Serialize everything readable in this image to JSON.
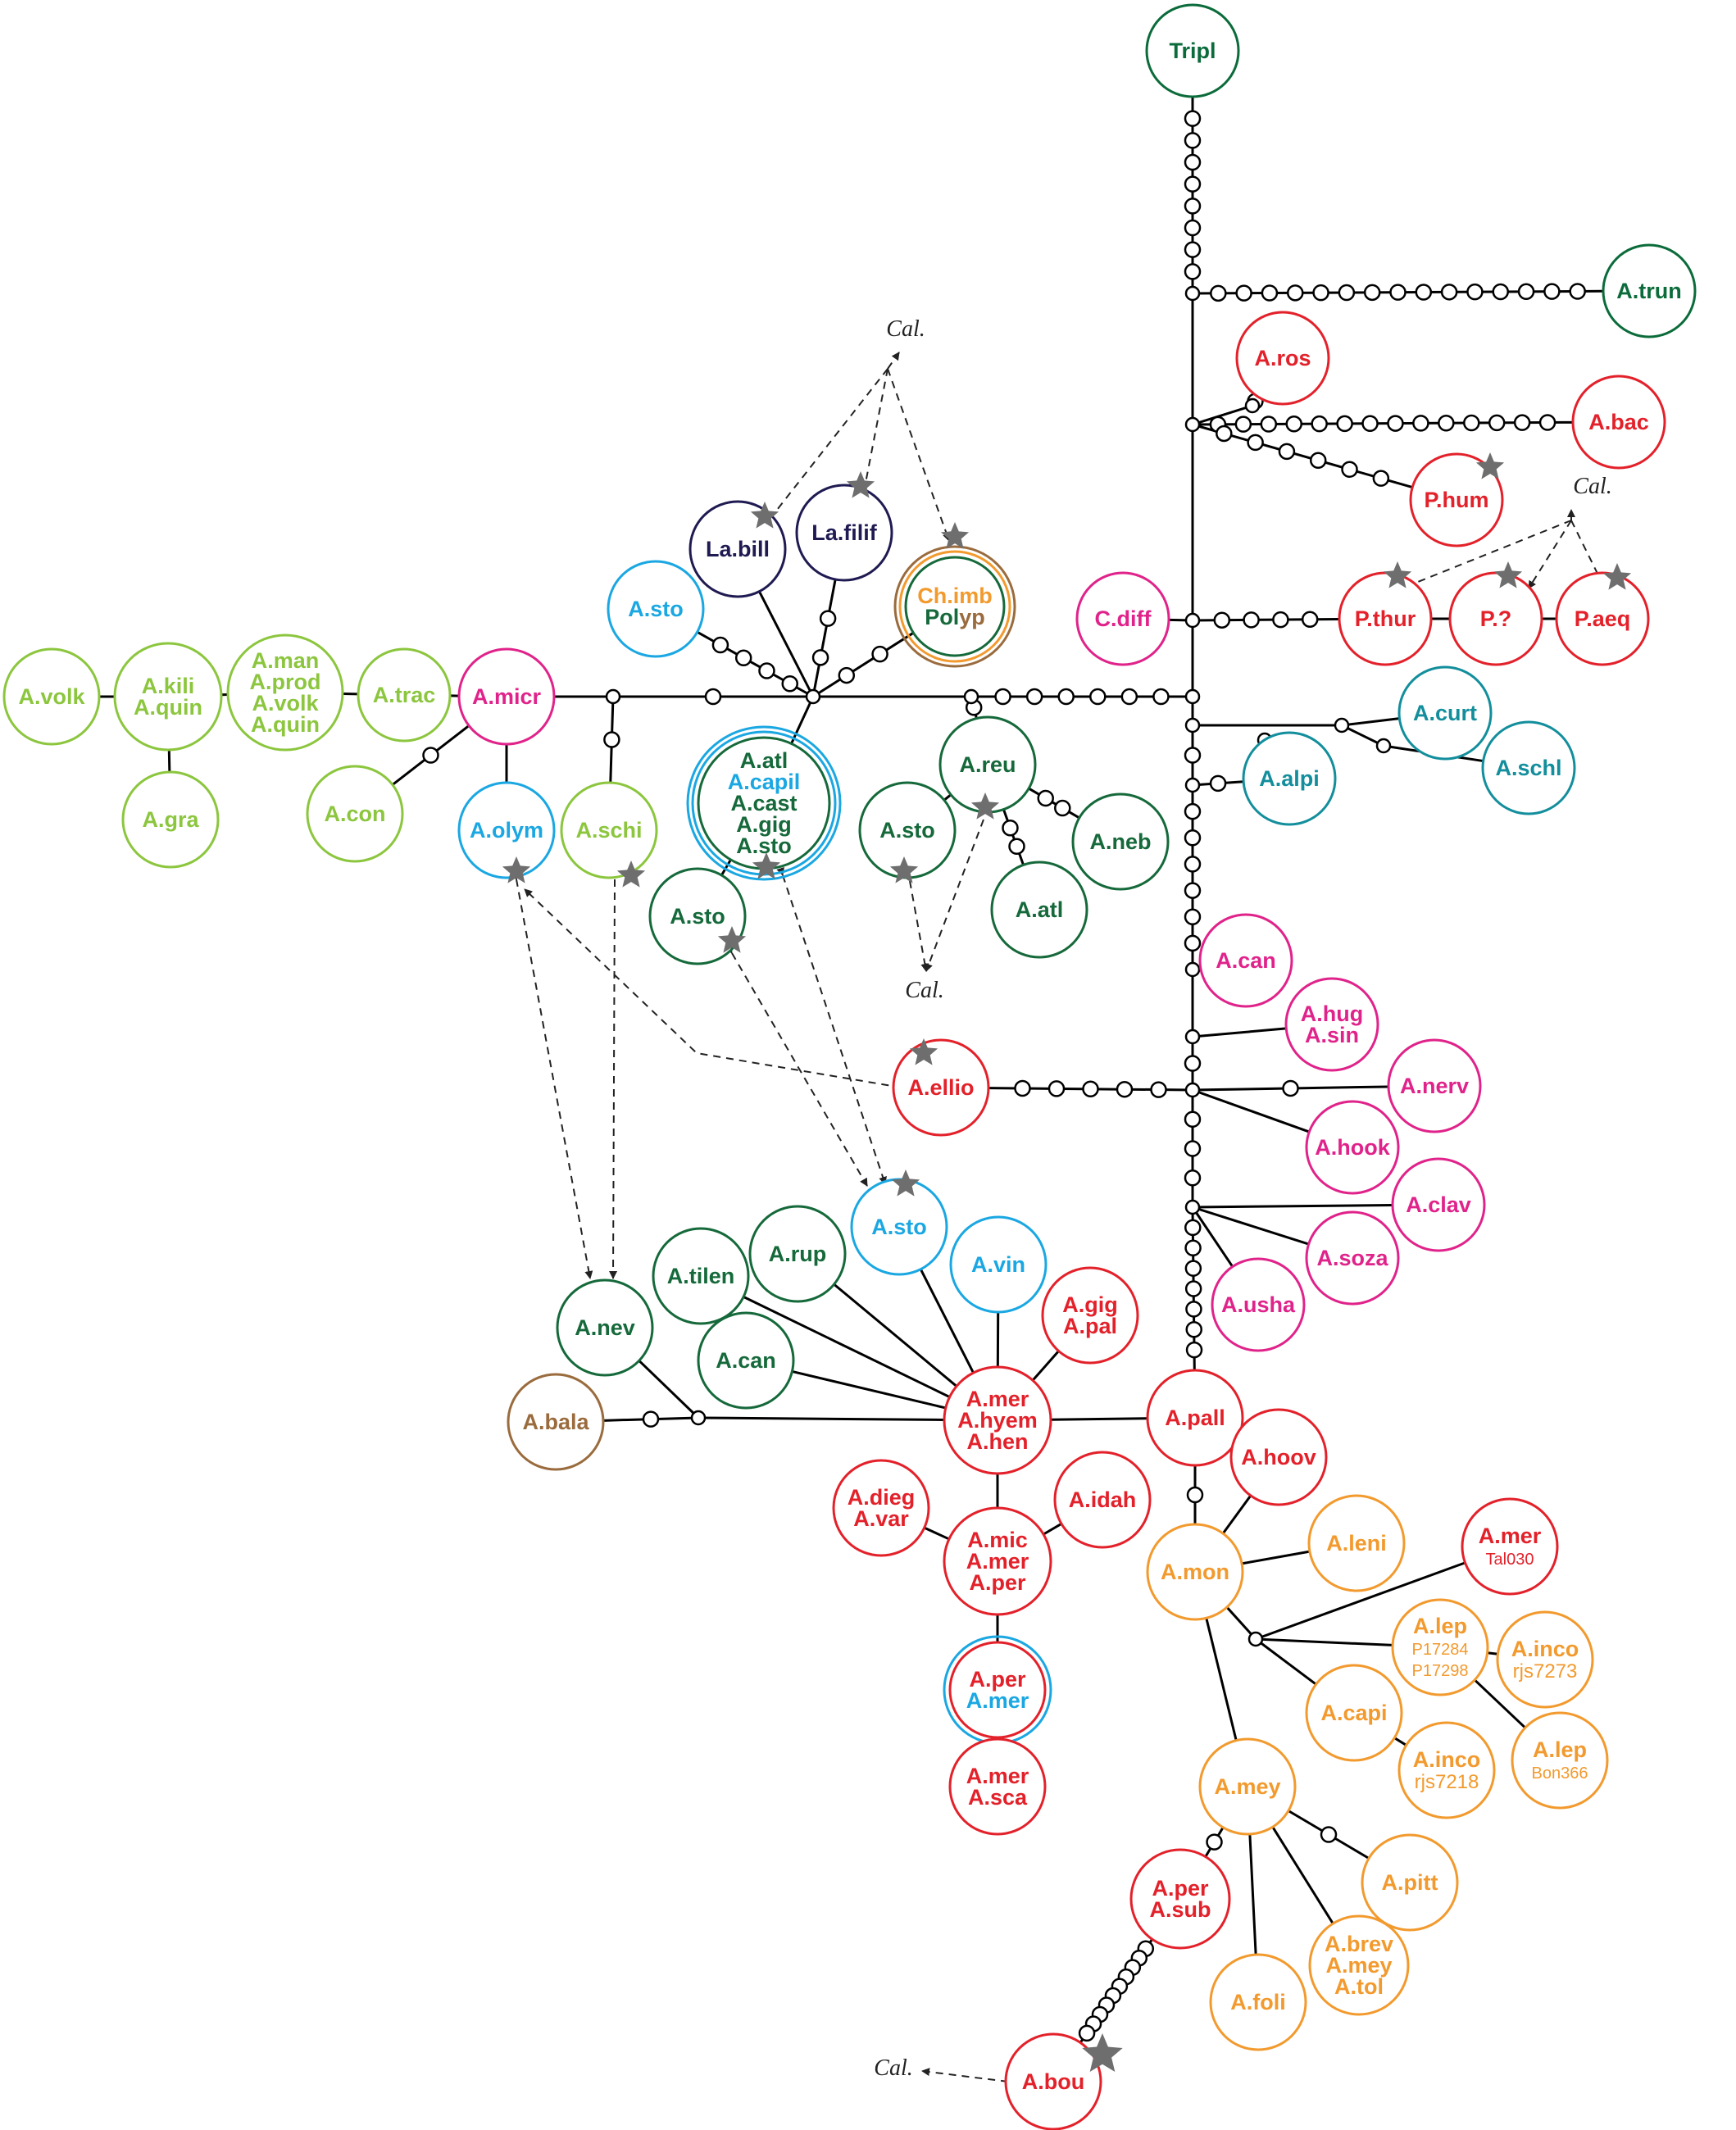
{
  "colors": {
    "outgroup": "#0b6b3a",
    "red": "#e3212a",
    "pink": "#e0238a",
    "cyan": "#1aa7e2",
    "teal": "#138e9c",
    "lightgreen": "#8cc63e",
    "darkgreen": "#15693a",
    "navy": "#1f1b52",
    "orange": "#f29a2e",
    "brown": "#9a6b3d",
    "star": "#6e6e6e",
    "edge": "#000000"
  },
  "calibration_label": "Cal.",
  "nodes": [
    {
      "id": "tripl",
      "lines": [
        {
          "t": "Tripl",
          "c": "outgroup"
        }
      ],
      "border": "outgroup"
    },
    {
      "id": "trun",
      "lines": [
        {
          "t": "A.trun",
          "c": "outgroup"
        }
      ],
      "border": "outgroup"
    },
    {
      "id": "ros",
      "lines": [
        {
          "t": "A.ros",
          "c": "red"
        }
      ],
      "border": "red"
    },
    {
      "id": "bac",
      "lines": [
        {
          "t": "A.bac",
          "c": "red"
        }
      ],
      "border": "red"
    },
    {
      "id": "phum",
      "lines": [
        {
          "t": "P.hum",
          "c": "red"
        }
      ],
      "border": "red"
    },
    {
      "id": "pthur",
      "lines": [
        {
          "t": "P.thur",
          "c": "red"
        }
      ],
      "border": "red"
    },
    {
      "id": "pq",
      "lines": [
        {
          "t": "P.?",
          "c": "red"
        }
      ],
      "border": "red"
    },
    {
      "id": "paeq",
      "lines": [
        {
          "t": "P.aeq",
          "c": "red"
        }
      ],
      "border": "red"
    },
    {
      "id": "cdiff",
      "lines": [
        {
          "t": "C.diff",
          "c": "pink"
        }
      ],
      "border": "pink"
    },
    {
      "id": "curt",
      "lines": [
        {
          "t": "A.curt",
          "c": "teal"
        }
      ],
      "border": "teal"
    },
    {
      "id": "schl",
      "lines": [
        {
          "t": "A.schl",
          "c": "teal"
        }
      ],
      "border": "teal"
    },
    {
      "id": "alpi",
      "lines": [
        {
          "t": "A.alpi",
          "c": "teal"
        }
      ],
      "border": "teal"
    },
    {
      "id": "can1",
      "lines": [
        {
          "t": "A.can",
          "c": "pink"
        }
      ],
      "border": "pink"
    },
    {
      "id": "hug",
      "lines": [
        {
          "t": "A.hug",
          "c": "pink"
        },
        {
          "t": "A.sin",
          "c": "pink"
        }
      ],
      "border": "pink"
    },
    {
      "id": "nerv",
      "lines": [
        {
          "t": "A.nerv",
          "c": "pink"
        }
      ],
      "border": "pink"
    },
    {
      "id": "hook",
      "lines": [
        {
          "t": "A.hook",
          "c": "pink"
        }
      ],
      "border": "pink"
    },
    {
      "id": "clav",
      "lines": [
        {
          "t": "A.clav",
          "c": "pink"
        }
      ],
      "border": "pink"
    },
    {
      "id": "soza",
      "lines": [
        {
          "t": "A.soza",
          "c": "pink"
        }
      ],
      "border": "pink"
    },
    {
      "id": "usha",
      "lines": [
        {
          "t": "A.usha",
          "c": "pink"
        }
      ],
      "border": "pink"
    },
    {
      "id": "volk",
      "lines": [
        {
          "t": "A.volk",
          "c": "lightgreen"
        }
      ],
      "border": "lightgreen"
    },
    {
      "id": "kili",
      "lines": [
        {
          "t": "A.kili",
          "c": "lightgreen"
        },
        {
          "t": "A.quin",
          "c": "lightgreen"
        }
      ],
      "border": "lightgreen"
    },
    {
      "id": "man",
      "lines": [
        {
          "t": "A.man",
          "c": "lightgreen"
        },
        {
          "t": "A.prod",
          "c": "lightgreen"
        },
        {
          "t": "A.volk",
          "c": "lightgreen"
        },
        {
          "t": "A.quin",
          "c": "lightgreen"
        }
      ],
      "border": "lightgreen"
    },
    {
      "id": "trac",
      "lines": [
        {
          "t": "A.trac",
          "c": "lightgreen"
        }
      ],
      "border": "lightgreen"
    },
    {
      "id": "gra",
      "lines": [
        {
          "t": "A.gra",
          "c": "lightgreen"
        }
      ],
      "border": "lightgreen"
    },
    {
      "id": "con",
      "lines": [
        {
          "t": "A.con",
          "c": "lightgreen"
        }
      ],
      "border": "lightgreen"
    },
    {
      "id": "micr",
      "lines": [
        {
          "t": "A.micr",
          "c": "pink"
        }
      ],
      "border": "pink"
    },
    {
      "id": "olym",
      "lines": [
        {
          "t": "A.olym",
          "c": "cyan"
        }
      ],
      "border": "cyan"
    },
    {
      "id": "schi",
      "lines": [
        {
          "t": "A.schi",
          "c": "lightgreen"
        }
      ],
      "border": "lightgreen"
    },
    {
      "id": "sto1",
      "lines": [
        {
          "t": "A.sto",
          "c": "cyan"
        }
      ],
      "border": "cyan"
    },
    {
      "id": "labill",
      "lines": [
        {
          "t": "La.bill",
          "c": "navy"
        }
      ],
      "border": "navy"
    },
    {
      "id": "lafilif",
      "lines": [
        {
          "t": "La.filif",
          "c": "navy"
        }
      ],
      "border": "navy"
    },
    {
      "id": "chimb",
      "lines": [
        {
          "t": "Ch.imb",
          "c": "orange"
        },
        {
          "t": "Pol",
          "c": "darkgreen",
          "t2": "yp",
          "c2": "brown"
        }
      ],
      "border": "darkgreen",
      "rings": [
        "orange",
        "brown"
      ]
    },
    {
      "id": "atlbig",
      "lines": [
        {
          "t": "A.atl",
          "c": "darkgreen"
        },
        {
          "t": "A.capil",
          "c": "cyan"
        },
        {
          "t": "A.cast",
          "c": "darkgreen"
        },
        {
          "t": "A.gig",
          "c": "darkgreen"
        },
        {
          "t": "A.sto",
          "c": "darkgreen"
        }
      ],
      "border": "darkgreen",
      "rings": [
        "cyan",
        "cyan"
      ]
    },
    {
      "id": "sto2",
      "lines": [
        {
          "t": "A.sto",
          "c": "darkgreen"
        }
      ],
      "border": "darkgreen"
    },
    {
      "id": "reu",
      "lines": [
        {
          "t": "A.reu",
          "c": "darkgreen"
        }
      ],
      "border": "darkgreen"
    },
    {
      "id": "sto3",
      "lines": [
        {
          "t": "A.sto",
          "c": "darkgreen"
        }
      ],
      "border": "darkgreen"
    },
    {
      "id": "neb",
      "lines": [
        {
          "t": "A.neb",
          "c": "darkgreen"
        }
      ],
      "border": "darkgreen"
    },
    {
      "id": "atl2",
      "lines": [
        {
          "t": "A.atl",
          "c": "darkgreen"
        }
      ],
      "border": "darkgreen"
    },
    {
      "id": "ellio",
      "lines": [
        {
          "t": "A.ellio",
          "c": "red"
        }
      ],
      "border": "red"
    },
    {
      "id": "sto4",
      "lines": [
        {
          "t": "A.sto",
          "c": "cyan"
        }
      ],
      "border": "cyan"
    },
    {
      "id": "vin",
      "lines": [
        {
          "t": "A.vin",
          "c": "cyan"
        }
      ],
      "border": "cyan"
    },
    {
      "id": "rup",
      "lines": [
        {
          "t": "A.rup",
          "c": "darkgreen"
        }
      ],
      "border": "darkgreen"
    },
    {
      "id": "tilen",
      "lines": [
        {
          "t": "A.tilen",
          "c": "darkgreen"
        }
      ],
      "border": "darkgreen"
    },
    {
      "id": "can2",
      "lines": [
        {
          "t": "A.can",
          "c": "darkgreen"
        }
      ],
      "border": "darkgreen"
    },
    {
      "id": "nev",
      "lines": [
        {
          "t": "A.nev",
          "c": "darkgreen"
        }
      ],
      "border": "darkgreen"
    },
    {
      "id": "bala",
      "lines": [
        {
          "t": "A.bala",
          "c": "brown"
        }
      ],
      "border": "brown"
    },
    {
      "id": "merhub",
      "lines": [
        {
          "t": "A.mer",
          "c": "red"
        },
        {
          "t": "A.hyem",
          "c": "red"
        },
        {
          "t": "A.hen",
          "c": "red"
        }
      ],
      "border": "red"
    },
    {
      "id": "gigpal",
      "lines": [
        {
          "t": "A.gig",
          "c": "red"
        },
        {
          "t": "A.pal",
          "c": "red"
        }
      ],
      "border": "red"
    },
    {
      "id": "pall",
      "lines": [
        {
          "t": "A.pall",
          "c": "red"
        }
      ],
      "border": "red"
    },
    {
      "id": "dieg",
      "lines": [
        {
          "t": "A.dieg",
          "c": "red"
        },
        {
          "t": "A.var",
          "c": "red"
        }
      ],
      "border": "red"
    },
    {
      "id": "mic",
      "lines": [
        {
          "t": "A.mic",
          "c": "red"
        },
        {
          "t": "A.mer",
          "c": "red"
        },
        {
          "t": "A.per",
          "c": "red"
        }
      ],
      "border": "red"
    },
    {
      "id": "idah",
      "lines": [
        {
          "t": "A.idah",
          "c": "red"
        }
      ],
      "border": "red"
    },
    {
      "id": "perm",
      "lines": [
        {
          "t": "A.per",
          "c": "red"
        },
        {
          "t": "A.mer",
          "c": "cyan"
        }
      ],
      "border": "red",
      "rings": [
        "cyan"
      ]
    },
    {
      "id": "mersca",
      "lines": [
        {
          "t": "A.mer",
          "c": "red"
        },
        {
          "t": "A.sca",
          "c": "red"
        }
      ],
      "border": "red"
    },
    {
      "id": "hoov",
      "lines": [
        {
          "t": "A.hoov",
          "c": "red"
        }
      ],
      "border": "red"
    },
    {
      "id": "mon",
      "lines": [
        {
          "t": "A.mon",
          "c": "orange"
        }
      ],
      "border": "orange"
    },
    {
      "id": "leni",
      "lines": [
        {
          "t": "A.leni",
          "c": "orange"
        }
      ],
      "border": "orange"
    },
    {
      "id": "mertal",
      "lines": [
        {
          "t": "A.mer",
          "c": "red"
        },
        {
          "t": "Tal030",
          "c": "red",
          "small": true
        }
      ],
      "border": "red"
    },
    {
      "id": "lep1",
      "lines": [
        {
          "t": "A.lep",
          "c": "orange"
        },
        {
          "t": "P17284",
          "c": "orange",
          "small": true
        },
        {
          "t": "P17298",
          "c": "orange",
          "small": true
        }
      ],
      "border": "orange"
    },
    {
      "id": "inco1",
      "lines": [
        {
          "t": "A.inco",
          "c": "orange"
        },
        {
          "t": "rjs7273",
          "c": "orange",
          "mid": true
        }
      ],
      "border": "orange"
    },
    {
      "id": "capi",
      "lines": [
        {
          "t": "A.capi",
          "c": "orange"
        }
      ],
      "border": "orange"
    },
    {
      "id": "inco2",
      "lines": [
        {
          "t": "A.inco",
          "c": "orange"
        },
        {
          "t": "rjs7218",
          "c": "orange",
          "mid": true
        }
      ],
      "border": "orange"
    },
    {
      "id": "lep2",
      "lines": [
        {
          "t": "A.lep",
          "c": "orange"
        },
        {
          "t": "Bon366",
          "c": "orange",
          "small": true
        }
      ],
      "border": "orange"
    },
    {
      "id": "mey",
      "lines": [
        {
          "t": "A.mey",
          "c": "orange"
        }
      ],
      "border": "orange"
    },
    {
      "id": "pitt",
      "lines": [
        {
          "t": "A.pitt",
          "c": "orange"
        }
      ],
      "border": "orange"
    },
    {
      "id": "brev",
      "lines": [
        {
          "t": "A.brev",
          "c": "orange"
        },
        {
          "t": "A.mey",
          "c": "orange"
        },
        {
          "t": "A.tol",
          "c": "orange"
        }
      ],
      "border": "orange"
    },
    {
      "id": "foli",
      "lines": [
        {
          "t": "A.foli",
          "c": "orange"
        }
      ],
      "border": "orange"
    },
    {
      "id": "persub",
      "lines": [
        {
          "t": "A.per",
          "c": "red"
        },
        {
          "t": "A.sub",
          "c": "red"
        }
      ],
      "border": "red"
    },
    {
      "id": "bou",
      "lines": [
        {
          "t": "A.bou",
          "c": "red"
        }
      ],
      "border": "red"
    }
  ]
}
